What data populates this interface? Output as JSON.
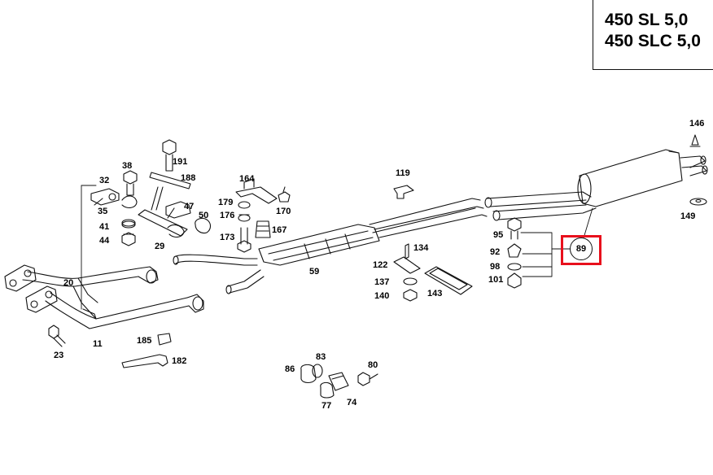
{
  "title": {
    "line1": "450 SL 5,0",
    "line2": "450 SLC 5,0"
  },
  "highlight": {
    "part": "89",
    "color": "#e8101c"
  },
  "labels": {
    "p11": "11",
    "p20": "20",
    "p23": "23",
    "p29": "29",
    "p32": "32",
    "p35": "35",
    "p38": "38",
    "p41": "41",
    "p44": "44",
    "p47": "47",
    "p50": "50",
    "p59": "59",
    "p74": "74",
    "p77": "77",
    "p80": "80",
    "p83": "83",
    "p86": "86",
    "p89": "89",
    "p92": "92",
    "p95": "95",
    "p98": "98",
    "p101": "101",
    "p119": "119",
    "p122": "122",
    "p134": "134",
    "p137": "137",
    "p140": "140",
    "p143": "143",
    "p146": "146",
    "p149": "149",
    "p164": "164",
    "p167": "167",
    "p170": "170",
    "p173": "173",
    "p176": "176",
    "p179": "179",
    "p182": "182",
    "p185": "185",
    "p188": "188",
    "p191": "191"
  }
}
